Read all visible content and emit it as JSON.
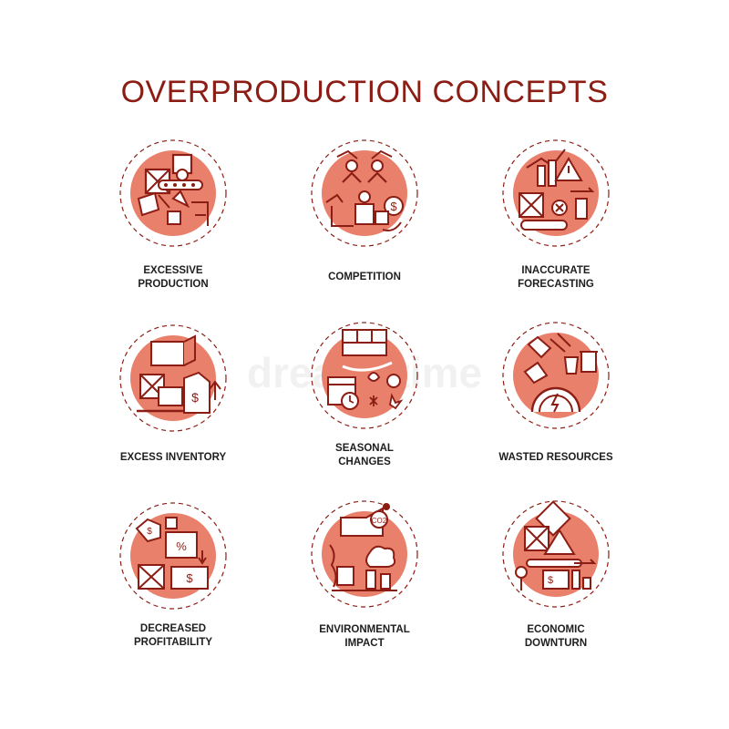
{
  "title": "OVERPRODUCTION CONCEPTS",
  "colors": {
    "title": "#8b1d14",
    "accent": "#e9806b",
    "stroke": "#8b1d14",
    "label": "#1e1e1e"
  },
  "icons": [
    {
      "name": "excessive-production-icon",
      "label": "EXCESSIVE\nPRODUCTION"
    },
    {
      "name": "competition-icon",
      "label": "COMPETITION"
    },
    {
      "name": "inaccurate-forecasting-icon",
      "label": "INACCURATE\nFORECASTING"
    },
    {
      "name": "excess-inventory-icon",
      "label": "EXCESS INVENTORY"
    },
    {
      "name": "seasonal-changes-icon",
      "label": "SEASONAL\nCHANGES"
    },
    {
      "name": "wasted-resources-icon",
      "label": "WASTED RESOURCES"
    },
    {
      "name": "decreased-profitability-icon",
      "label": "DECREASED\nPROFITABILITY"
    },
    {
      "name": "environmental-impact-icon",
      "label": "ENVIRONMENTAL\nIMPACT"
    },
    {
      "name": "economic-downturn-icon",
      "label": "ECONOMIC\nDOWNTURN"
    }
  ],
  "watermark": "dreamstime"
}
